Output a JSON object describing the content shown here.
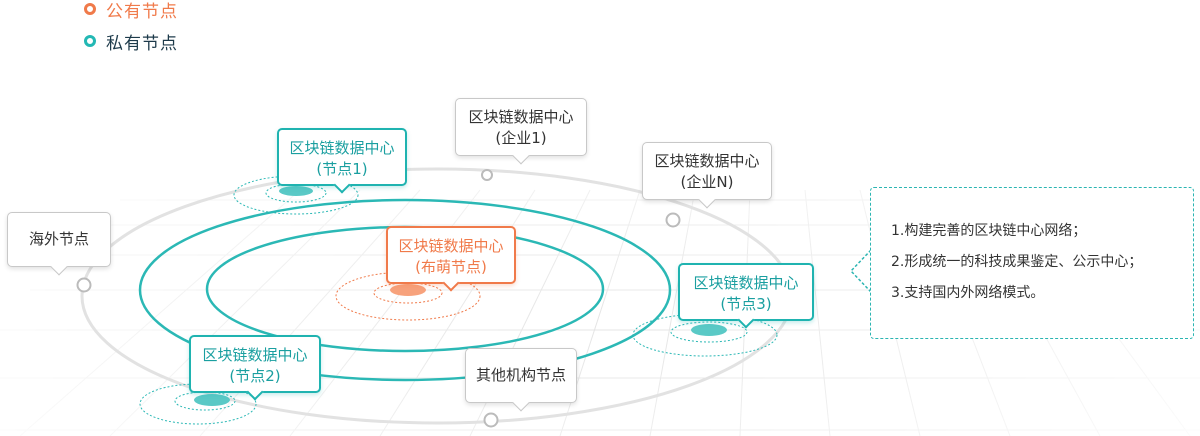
{
  "legend": {
    "public": {
      "label": "公有节点",
      "color": "#f07a4a"
    },
    "private": {
      "label": "私有节点",
      "color": "#23b8b4"
    }
  },
  "nodes": {
    "node1": {
      "line1": "区块链数据中心",
      "line2": "(节点1)"
    },
    "node2": {
      "line1": "区块链数据中心",
      "line2": "(节点2)"
    },
    "node3": {
      "line1": "区块链数据中心",
      "line2": "(节点3)"
    },
    "center": {
      "line1": "区块链数据中心",
      "line2": "(布萌节点)"
    },
    "enterprise1": {
      "line1": "区块链数据中心",
      "line2": "(企业1)"
    },
    "enterpriseN": {
      "line1": "区块链数据中心",
      "line2": "(企业N)"
    },
    "overseas": {
      "line1": "海外节点"
    },
    "other": {
      "line1": "其他机构节点"
    }
  },
  "info": {
    "items": [
      "1.构建完善的区块链中心网络；",
      "2.形成统一的科技成果鉴定、公示中心；",
      "3.支持国内外网络模式。"
    ]
  },
  "colors": {
    "teal": "#1fb3b0",
    "orange": "#f07a4a",
    "gray": "#c8c8c8"
  }
}
